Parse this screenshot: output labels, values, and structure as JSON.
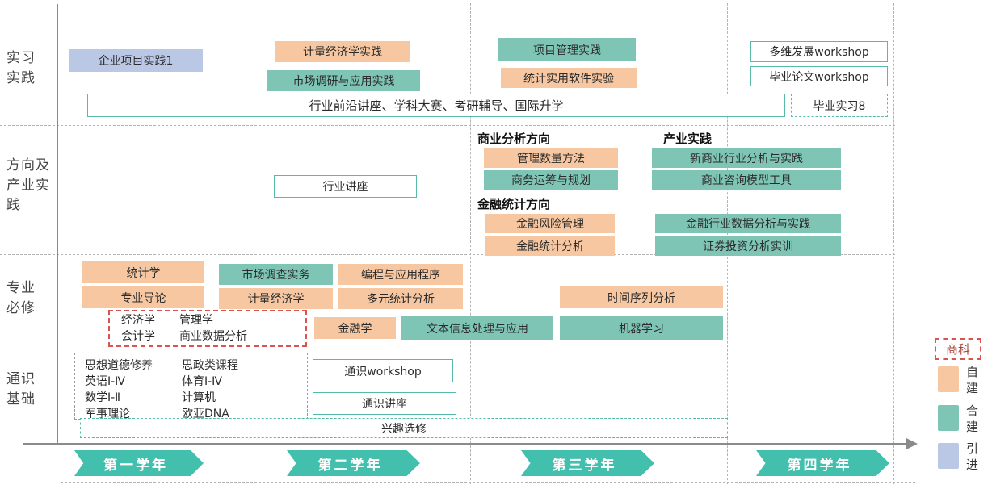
{
  "rows": {
    "practice": "实习\n实践",
    "direction": "方向及\n产业实\n践",
    "major": "专业\n必修",
    "general": "通识\n基础"
  },
  "axis": {
    "years": [
      "第一学年",
      "第二学年",
      "第三学年",
      "第四学年"
    ]
  },
  "practice": {
    "enterprise_project": "企业项目实践1",
    "econometrics_practice": "计量经济学实践",
    "market_research_practice": "市场调研与应用实践",
    "project_management_practice": "项目管理实践",
    "statistical_software_lab": "统计实用软件实验",
    "multidim_workshop": "多维发展workshop",
    "thesis_workshop": "毕业论文workshop",
    "lecture_series": "行业前沿讲座、学科大赛、考研辅导、国际升学",
    "graduation_internship": "毕业实习8"
  },
  "direction": {
    "industry_lecture": "行业讲座",
    "ba_heading": "商业分析方向",
    "management_quant": "管理数量方法",
    "business_ops": "商务运筹与规划",
    "fs_heading": "金融统计方向",
    "financial_risk": "金融风险管理",
    "financial_stats": "金融统计分析",
    "industry_heading": "产业实践",
    "new_business_analysis": "新商业行业分析与实践",
    "consulting_models": "商业咨询模型工具",
    "finance_data_practice": "金融行业数据分析与实践",
    "securities_training": "证券投资分析实训"
  },
  "major": {
    "statistics": "统计学",
    "intro": "专业导论",
    "economics_accounting": "经济学\n会计学",
    "management_bda": "管理学\n商业数据分析",
    "market_survey": "市场调查实务",
    "econometrics": "计量经济学",
    "finance": "金融学",
    "programming": "编程与应用程序",
    "multivariate": "多元统计分析",
    "text_processing": "文本信息处理与应用",
    "time_series": "时间序列分析",
    "machine_learning": "机器学习"
  },
  "general": {
    "col1": "思想道德修养\n英语Ⅰ-Ⅳ\n数学Ⅰ-Ⅱ\n军事理论",
    "col2": "思政类课程\n体育Ⅰ-Ⅳ\n计算机\n欧亚DNA",
    "workshop": "通识workshop",
    "lecture": "通识讲座",
    "electives": "兴趣选修"
  },
  "legend": {
    "title": "商科",
    "items": [
      {
        "label": "自建",
        "color": "#F6C7A0"
      },
      {
        "label": "合建",
        "color": "#7FC5B6"
      },
      {
        "label": "引进",
        "color": "#BAC7E5"
      }
    ]
  }
}
